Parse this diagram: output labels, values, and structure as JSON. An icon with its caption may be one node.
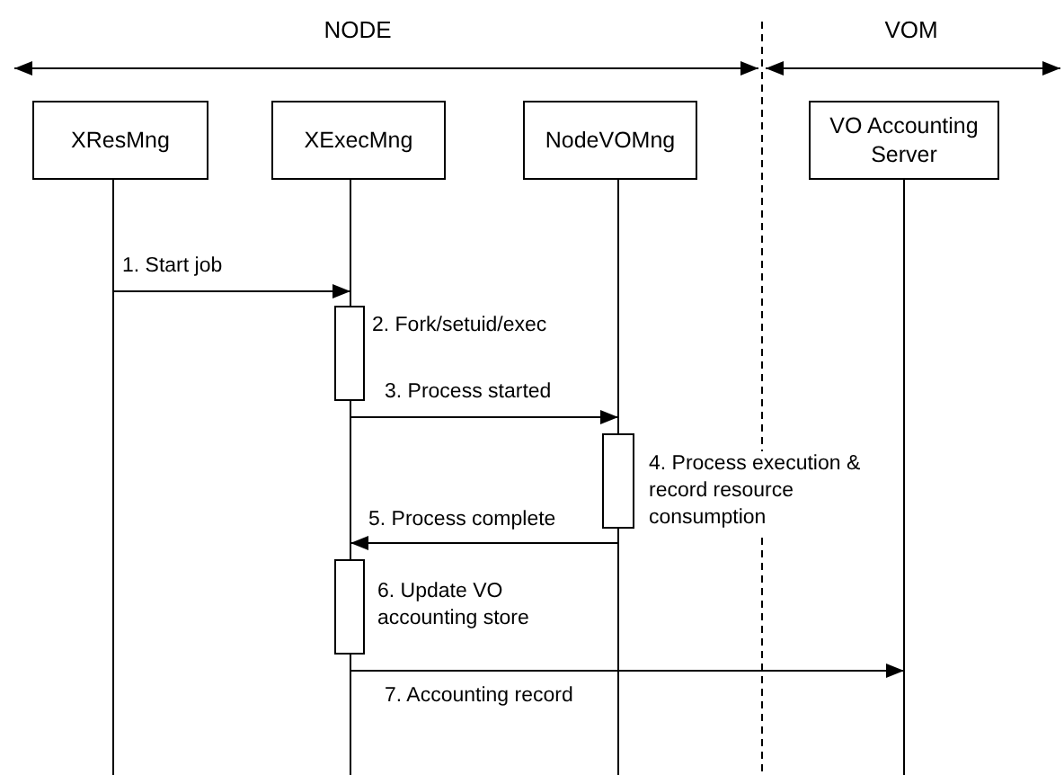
{
  "diagram": {
    "nodes": [
      {
        "text": [
          "XResMng"
        ]
      },
      {
        "text": [
          "XExecMng"
        ]
      },
      {
        "text": [
          "NodeVOMng"
        ]
      },
      {
        "text": [
          "VO Accounting Server"
        ]
      }
    ],
    "edges": [
      {
        "from": 0,
        "to": 1,
        "arrow": "to",
        "label": "1. Start job"
      },
      {
        "from": 1,
        "to": 2,
        "arrow": "to",
        "label": "3. Process started"
      },
      {
        "from": 2,
        "to": 1,
        "arrow": "to",
        "label": "5. Process complete"
      },
      {
        "from": 1,
        "to": 3,
        "arrow": "to",
        "label": "7. Accounting record"
      }
    ],
    "labels": [
      "NODE",
      "VOM",
      "2. Fork/setuid/exec",
      "4. Process execution & record resource consumption",
      "6. Update VO accounting store"
    ]
  }
}
